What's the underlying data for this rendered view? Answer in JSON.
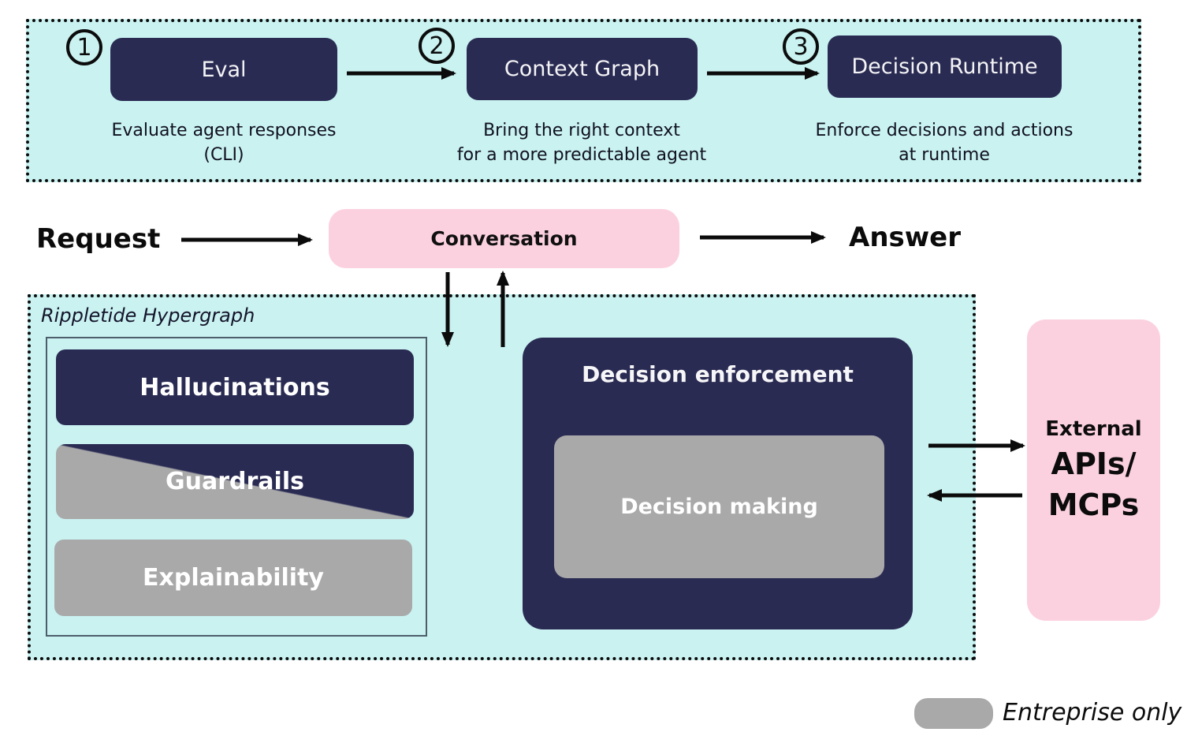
{
  "colors": {
    "panel_cyan": "#c9f2f1",
    "navy": "#2a2b53",
    "pink": "#fcd1df",
    "gray": "#a9a9a9",
    "ink": "#0c0c0c"
  },
  "pipeline": {
    "steps": [
      {
        "number": "1",
        "label": "Eval",
        "caption_line1": "Evaluate agent responses",
        "caption_line2": "(CLI)"
      },
      {
        "number": "2",
        "label": "Context Graph",
        "caption_line1": "Bring the right context",
        "caption_line2": "for a more predictable agent"
      },
      {
        "number": "3",
        "label": "Decision Runtime",
        "caption_line1": "Enforce decisions and actions",
        "caption_line2": "at runtime"
      }
    ]
  },
  "flow": {
    "request": "Request",
    "conversation": "Conversation",
    "answer": "Answer"
  },
  "hypergraph": {
    "title": "Rippletide Hypergraph",
    "capabilities": [
      {
        "label": "Hallucinations",
        "style": "navy"
      },
      {
        "label": "Guardrails",
        "style": "split-navy-gray"
      },
      {
        "label": "Explainability",
        "style": "gray"
      }
    ],
    "enforcement": {
      "title": "Decision enforcement",
      "inner": "Decision making"
    }
  },
  "external": {
    "line1": "External",
    "line2": "APIs/",
    "line3": "MCPs"
  },
  "legend": {
    "label": "Entreprise only"
  }
}
